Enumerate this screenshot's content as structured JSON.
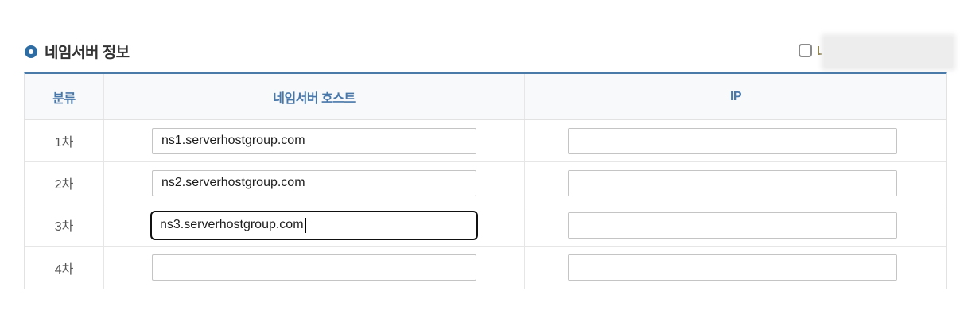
{
  "section": {
    "title": "네임서버 정보"
  },
  "topbar": {
    "checkbox_checked": false,
    "label_redacted": true
  },
  "table": {
    "columns": {
      "category": "분류",
      "host": "네임서버 호스트",
      "ip": "IP"
    },
    "rows": [
      {
        "label": "1차",
        "host": "ns1.serverhostgroup.com",
        "ip": ""
      },
      {
        "label": "2차",
        "host": "ns2.serverhostgroup.com",
        "ip": ""
      },
      {
        "label": "3차",
        "host": "ns3.serverhostgroup.com",
        "ip": ""
      },
      {
        "label": "4차",
        "host": "",
        "ip": ""
      }
    ],
    "focused_row_index": 2
  },
  "colors": {
    "accent_blue": "#4a7aa8",
    "header_text_blue": "#4878aa",
    "title_bullet_blue": "#2e6da4",
    "table_border": "#e2e2e2",
    "input_border": "#c4c4c4",
    "focused_input_border": "#111111"
  }
}
